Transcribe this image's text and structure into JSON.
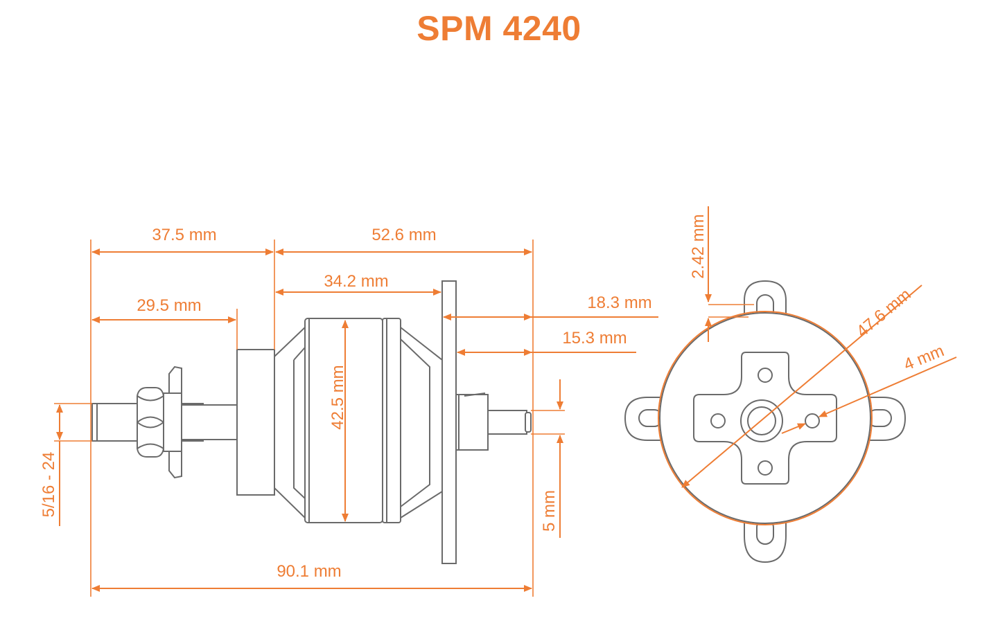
{
  "title": "SPM 4240",
  "colors": {
    "accent": "#ee7d34",
    "line": "#6a6a6a"
  },
  "dimensions": {
    "shaft_to_mount": "37.5 mm",
    "mount_to_end": "52.6 mm",
    "can_length": "34.2 mm",
    "shaft_thread_length": "29.5 mm",
    "flange_to_end": "18.3 mm",
    "flange_to_shaft_end": "15.3 mm",
    "can_diameter": "42.5 mm",
    "thread_size": "5/16 - 24",
    "rear_shaft": "5 mm",
    "overall_length": "90.1 mm",
    "mount_tab": "2.42 mm",
    "bolt_circle": "47.6 mm",
    "hole_size": "4 mm"
  }
}
